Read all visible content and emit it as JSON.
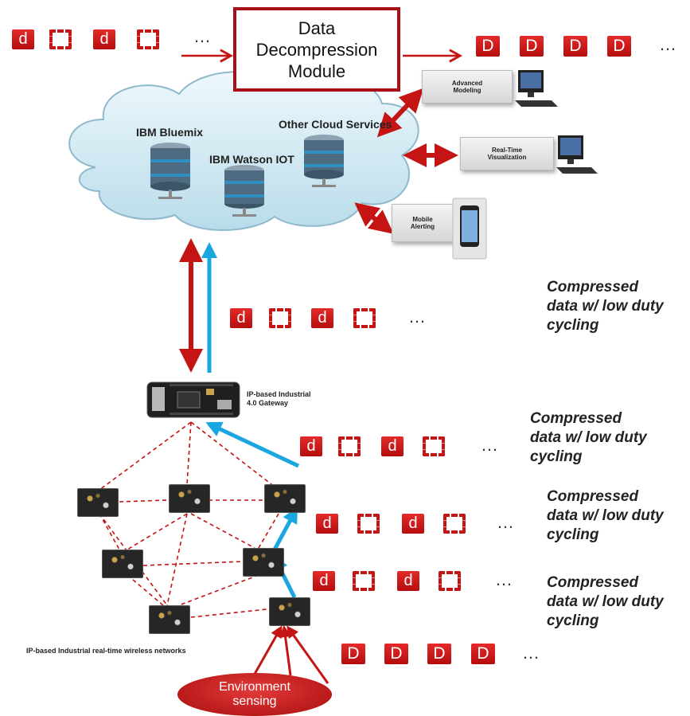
{
  "decompression_module": {
    "line1": "Data",
    "line2": "Decompression",
    "line3": "Module"
  },
  "cloud": {
    "services": [
      "IBM Bluemix",
      "IBM Watson IOT",
      "Other Cloud Services"
    ]
  },
  "apps": {
    "advanced_modeling": "Advanced Modeling",
    "realtime_visualization": "Real-Time Visualization",
    "mobile_alerting": "Mobile Alerting"
  },
  "tokens": {
    "compressed": "d",
    "raw": "D",
    "ellipsis": "…"
  },
  "descriptions": {
    "line1": "Compressed",
    "line2": "data w/ low duty",
    "line3": "cycling"
  },
  "gateway_label": {
    "line1": "IP-based Industrial",
    "line2": "4.0 Gateway"
  },
  "network_label": "IP-based Industrial real-time wireless networks",
  "environment": {
    "line1": "Environment",
    "line2": "sensing"
  },
  "colors": {
    "accent": "#c41414",
    "uplink": "#1aa7e0",
    "module_border": "#a80f16"
  }
}
